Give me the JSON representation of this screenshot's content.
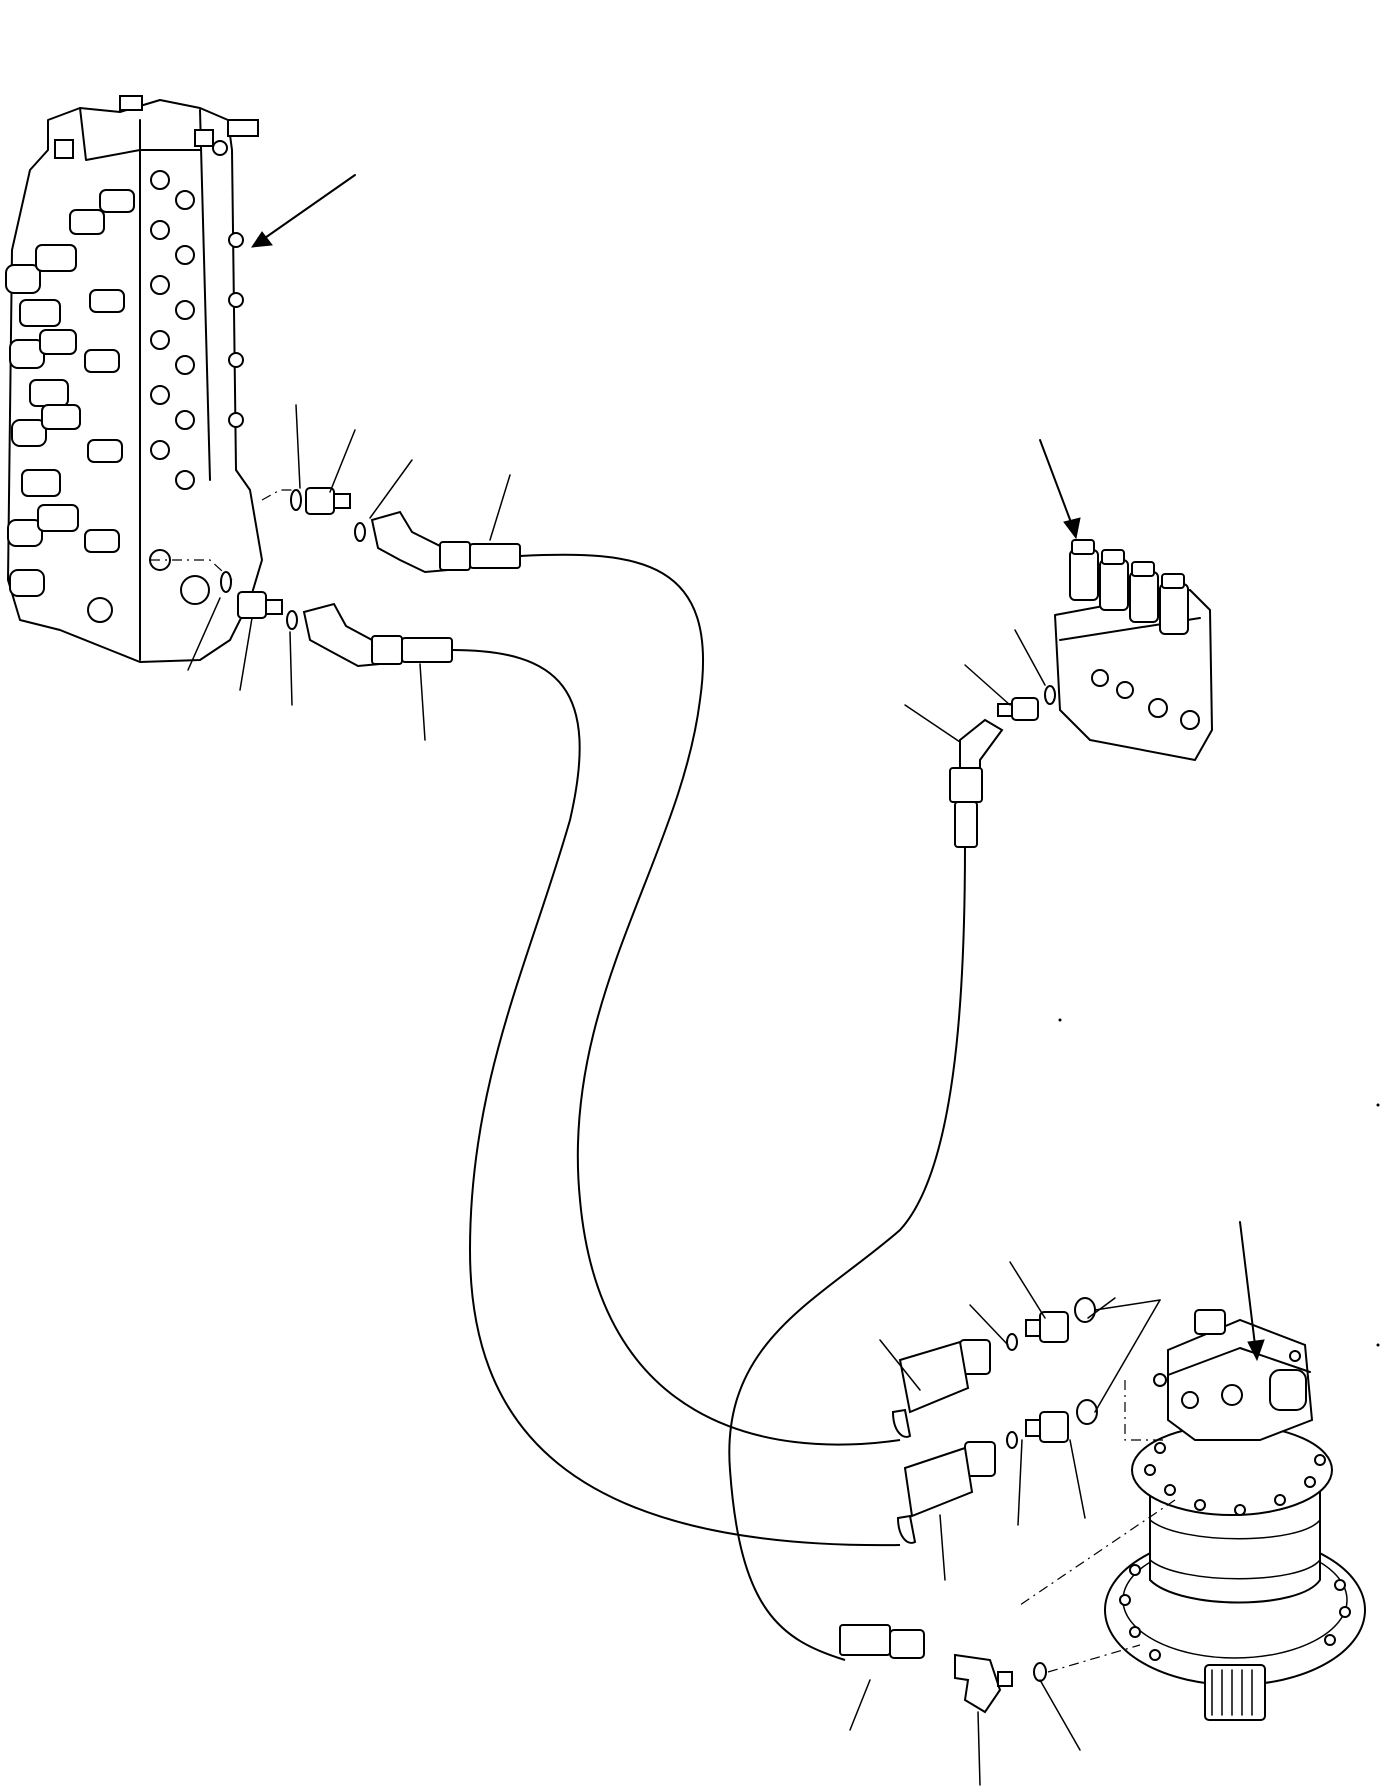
{
  "diagram": {
    "components": [
      {
        "name": "main-control-valve",
        "label": ""
      },
      {
        "name": "solenoid-valve-block",
        "label": ""
      },
      {
        "name": "swing-motor",
        "label": ""
      }
    ],
    "hose_count": 3,
    "labels": []
  }
}
